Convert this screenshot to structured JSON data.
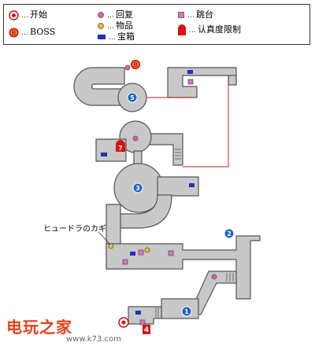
{
  "legend": {
    "start": "开始",
    "boss": "BOSS",
    "heal": "回复",
    "item": "物品",
    "chest": "宝箱",
    "jump": "跳台",
    "limit": "认真度限制",
    "dots": "…",
    "boss_glyph": "B"
  },
  "map": {
    "key_label": "ヒュードラのカギ",
    "markers": {
      "m1": "1",
      "m2": "2",
      "m3": "3",
      "m4": "4",
      "m5": "5",
      "m7": "7",
      "boss": "B"
    }
  },
  "colors": {
    "floor": "#c8c8c8",
    "wall": "#555555",
    "link_line": "#cc2222",
    "heal": "#e060a8",
    "item": "#f0c020",
    "chest": "#2030c0",
    "jump": "#e070c0",
    "limit": "#dd1111",
    "marker_blue": "#1e64c8",
    "logo": "#e8401c"
  },
  "watermark": {
    "brand": "电玩之家",
    "url": "www.k73.com"
  }
}
